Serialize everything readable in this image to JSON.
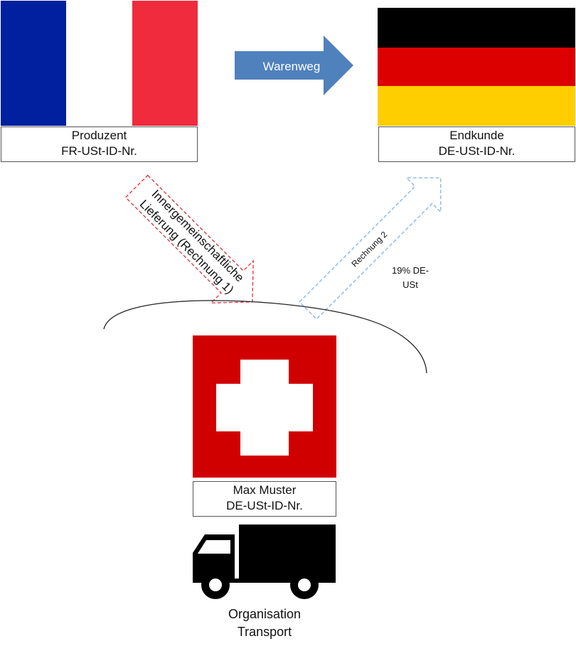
{
  "producer": {
    "line1": "Produzent",
    "line2": "FR-USt-ID-Nr."
  },
  "customer": {
    "line1": "Endkunde",
    "line2": "DE-USt-ID-Nr."
  },
  "middleman": {
    "line1": "Max Muster",
    "line2": "DE-USt-ID-Nr."
  },
  "transport": {
    "line1": "Organisation",
    "line2": "Transport"
  },
  "goods_flow_label": "Warenweg",
  "invoice1": {
    "line1": "Innergemeinschaftliche",
    "line2": "Lieferung (Rechnung 1)"
  },
  "invoice2": {
    "label": "Rechnung 2"
  },
  "vat_note": {
    "line1": "19% DE-",
    "line2": "USt"
  },
  "colors": {
    "france_blue": "#00209f",
    "france_white": "#ffffff",
    "france_red": "#ef2b3d",
    "germany_black": "#000000",
    "germany_red": "#dd0000",
    "germany_gold": "#ffce00",
    "swiss_red": "#d00000",
    "swiss_white": "#ffffff",
    "arrow_blue": "#4f81bd",
    "dashed_red": "#e0303a",
    "dashed_blue": "#7fb2e5"
  },
  "icons": {
    "flag_left": "france-flag",
    "flag_right": "germany-flag",
    "flag_bottom": "switzerland-flag",
    "vehicle": "truck-icon"
  }
}
